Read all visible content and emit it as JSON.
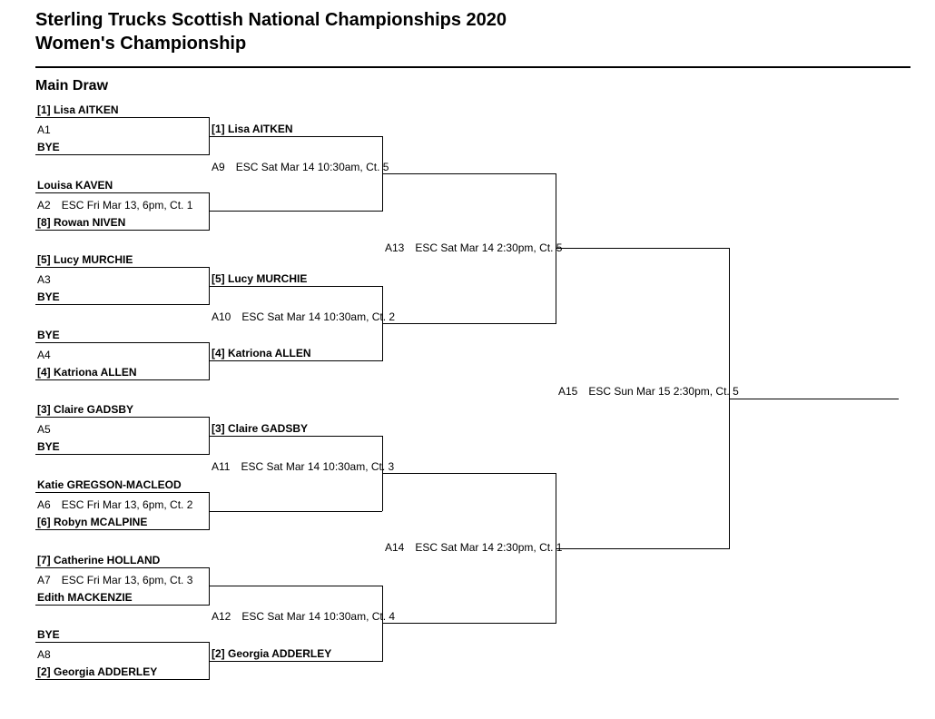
{
  "header": {
    "title_line1": "Sterling Trucks Scottish National Championships 2020",
    "title_line2": "Women's Championship",
    "section": "Main Draw"
  },
  "draw": {
    "round1": [
      {
        "top": "[1] Lisa AITKEN",
        "code": "A1",
        "info": "",
        "bottom": "BYE"
      },
      {
        "top": "Louisa KAVEN",
        "code": "A2",
        "info": "ESC Fri Mar 13, 6pm, Ct. 1",
        "bottom": "[8] Rowan NIVEN"
      },
      {
        "top": "[5] Lucy MURCHIE",
        "code": "A3",
        "info": "",
        "bottom": "BYE"
      },
      {
        "top": "BYE",
        "code": "A4",
        "info": "",
        "bottom": "[4] Katriona  ALLEN"
      },
      {
        "top": "[3] Claire  GADSBY",
        "code": "A5",
        "info": "",
        "bottom": "BYE"
      },
      {
        "top": "Katie GREGSON-MACLEOD",
        "code": "A6",
        "info": "ESC Fri Mar 13, 6pm, Ct. 2",
        "bottom": "[6] Robyn  MCALPINE"
      },
      {
        "top": "[7] Catherine HOLLAND",
        "code": "A7",
        "info": "ESC Fri Mar 13, 6pm, Ct. 3",
        "bottom": "Edith MACKENZIE"
      },
      {
        "top": "BYE",
        "code": "A8",
        "info": "",
        "bottom": "[2] Georgia ADDERLEY"
      }
    ],
    "round2": [
      {
        "top": "[1] Lisa AITKEN",
        "code": "A9",
        "info": "ESC Sat Mar 14 10:30am, Ct. 5",
        "bottom": ""
      },
      {
        "top": "[5] Lucy MURCHIE",
        "code": "A10",
        "info": "ESC Sat Mar 14 10:30am, Ct. 2",
        "bottom": "[4] Katriona  ALLEN"
      },
      {
        "top": "[3] Claire  GADSBY",
        "code": "A11",
        "info": "ESC Sat Mar 14 10:30am, Ct. 3",
        "bottom": ""
      },
      {
        "top": "",
        "code": "A12",
        "info": "ESC Sat Mar 14 10:30am, Ct. 4",
        "bottom": "[2] Georgia ADDERLEY"
      }
    ],
    "round3": [
      {
        "code": "A13",
        "info": "ESC Sat Mar 14 2:30pm, Ct. 5"
      },
      {
        "code": "A14",
        "info": "ESC Sat Mar 14 2:30pm, Ct. 1"
      }
    ],
    "final": {
      "code": "A15",
      "info": "ESC Sun Mar 15 2:30pm, Ct. 5"
    }
  }
}
